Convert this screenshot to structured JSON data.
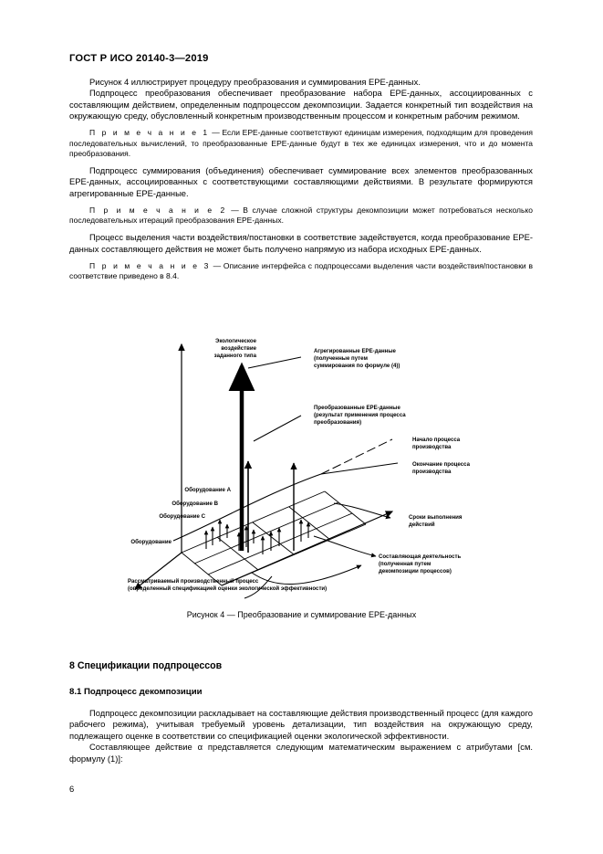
{
  "header": {
    "standard_id": "ГОСТ Р ИСО 20140-3—2019"
  },
  "body": {
    "paragraphs": [
      "Рисунок 4 иллюстрирует процедуру преобразования и суммирования EPE-данных.",
      "Подпроцесс преобразования обеспечивает преобразование набора EPE-данных, ассоциированных с составляющим действием, определенным подпроцессом декомпозиции. Задается конкретный тип воздействия на окружающую среду, обусловленный конкретным производственным процессом и конкретным рабочим режимом."
    ],
    "note1_label": "П р и м е ч а н и е  1",
    "note1_text": "— Если EPE-данные соответствуют единицам измерения, подходящим для проведения последовательных вычислений, то преобразованные EPE-данные будут в тех же единицах измерения, что и до момента преобразования.",
    "para3": "Подпроцесс суммирования (объединения) обеспечивает суммирование всех элементов преобразованных EPE-данных, ассоциированных с соответствующими составляющими действиями. В результате формируются агрегированные EPE-данные.",
    "note2_label": "П р и м е ч а н и е  2",
    "note2_text": "— В случае сложной структуры декомпозиции может потребоваться несколько последовательных итераций преобразования EPE-данных.",
    "para4": "Процесс выделения части воздействия/постановки в соответствие задействуется, когда преобразование EPE-данных составляющего действия не может быть получено напрямую из набора исходных EPE-данных.",
    "note3_label": "П р и м е ч а н и е  3",
    "note3_text": "— Описание интерфейса с подпроцессами выделения части воздействия/постановки в соответствие приведено в 8.4."
  },
  "figure": {
    "caption": "Рисунок 4 — Преобразование и суммирование EPE-данных",
    "labels": {
      "y_axis": [
        "Экологическое",
        "воздействие",
        "заданного типа"
      ],
      "aggregated": [
        "Агрегированные EPE-данные",
        "(полученные путем",
        "суммирования по формуле (4))"
      ],
      "transformed": [
        "Преобразованные EPE-данные",
        "(результат применения процесса",
        "преобразования)"
      ],
      "start": [
        "Начало процесса",
        "производства"
      ],
      "end": [
        "Окончание процесса",
        "производства"
      ],
      "timing": [
        "Сроки выполнения",
        "действий"
      ],
      "activity": [
        "Составляющая деятельность",
        "(полученная путем",
        "декомпозиции процессов)"
      ],
      "process": [
        "Рассматриваемый производственный процесс",
        "(определенный спецификацией оценки экологической эффективности)"
      ],
      "equipment_a": "Оборудование A",
      "equipment_b": "Оборудование B",
      "equipment_c": "Оборудование C",
      "equipment_axis": "Оборудование"
    }
  },
  "section": {
    "number_title": "8  Спецификации подпроцессов",
    "sub_number_title": "8.1  Подпроцесс декомпозиции",
    "paragraphs": [
      "Подпроцесс декомпозиции раскладывает на составляющие действия производственный процесс (для каждого рабочего режима), учитывая требуемый уровень детализации, тип воздействия на окружающую среду, подлежащего оценке в соответствии со спецификацией оценки экологической эффективности.",
      "Составляющее действие α представляется следующим математическим выражением с атрибутами [см. формулу (1)]:"
    ]
  },
  "folio": "6"
}
